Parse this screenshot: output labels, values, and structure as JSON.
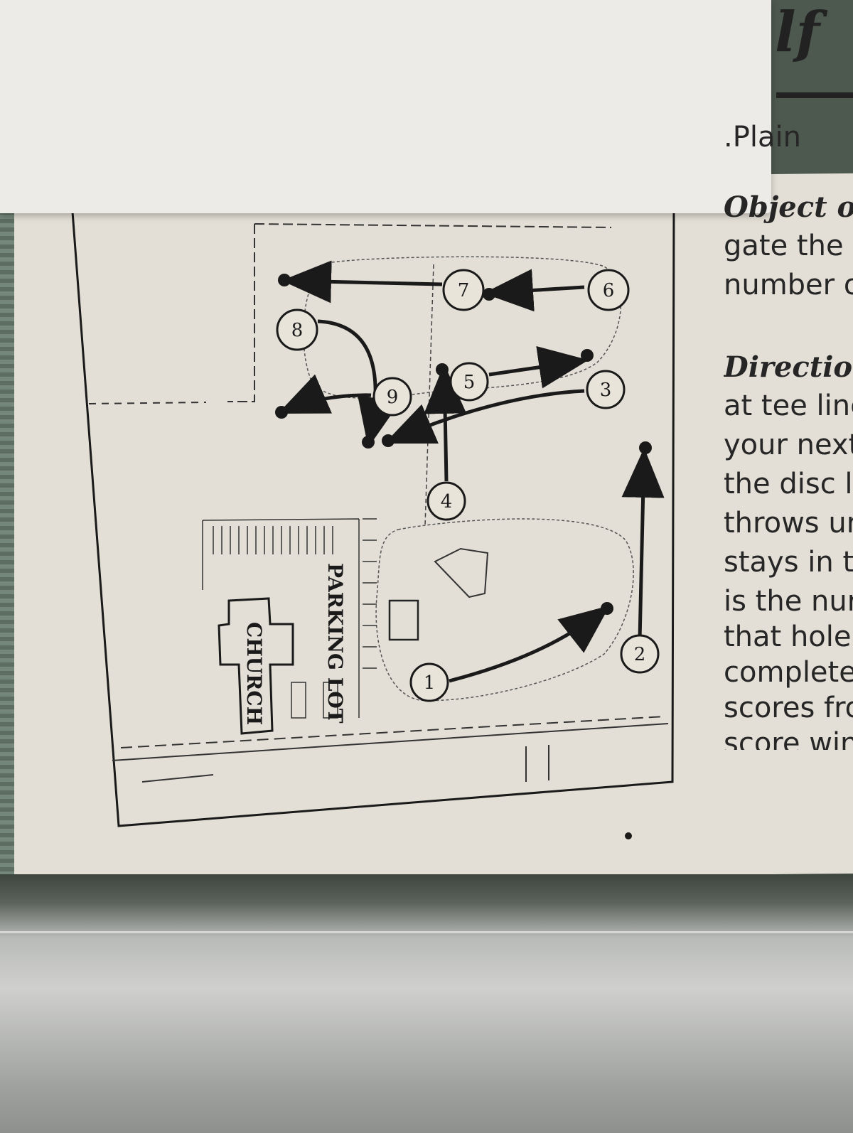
{
  "header": {
    "title_fragment": "lf"
  },
  "side_panel": {
    "lines": [
      ".Plain",
      "Object of",
      "gate the c",
      "number o",
      "Direction",
      "at tee line",
      "your next",
      "the disc la",
      "throws ur",
      "stays in t",
      "is the nur",
      "that hole.",
      "complete a",
      "scores fror",
      "score wins"
    ]
  },
  "map": {
    "labels": {
      "church": "CHURCH",
      "parking_lot": "PARKING LOT"
    },
    "holes": [
      "1",
      "2",
      "3",
      "4",
      "5",
      "6",
      "7",
      "8",
      "9"
    ]
  },
  "colors": {
    "paper": "#e3dfd6",
    "ink": "#1a1a1a",
    "sheet": "#ecebe8"
  }
}
